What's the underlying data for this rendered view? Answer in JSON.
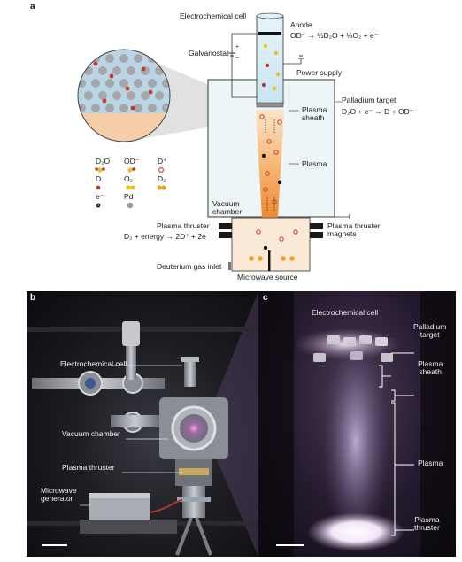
{
  "panels": {
    "a": "a",
    "b": "b",
    "c": "c"
  },
  "panel_a": {
    "electrochemical_cell": "Electrochemical cell",
    "anode": "Anode",
    "anode_reaction": "OD⁻ → ½D₂O + ¼O₂ + e⁻",
    "galvanostat": "Galvanostat",
    "plus": "+",
    "minus": "−",
    "power_supply": "Power supply",
    "palladium_target": "Palladium target",
    "cathode_reaction": "D₂O + e⁻ → D + OD⁻",
    "plasma_sheath": "Plasma\nsheath",
    "plasma": "Plasma",
    "vacuum_chamber": "Vacuum\nchamber",
    "plasma_thruster": "Plasma thruster",
    "thruster_reaction": "D₂ + energy → 2D⁺ + 2e⁻",
    "plasma_thruster_magnets": "Plasma thruster\nmagnets",
    "deuterium_gas_inlet": "Deuterium gas inlet",
    "microwave_source": "Microwave source"
  },
  "legend": [
    {
      "key": "d2o",
      "label": "D₂O"
    },
    {
      "key": "od",
      "label": "OD⁻"
    },
    {
      "key": "dplus",
      "label": "D⁺"
    },
    {
      "key": "d",
      "label": "D"
    },
    {
      "key": "o2",
      "label": "O₂"
    },
    {
      "key": "d2",
      "label": "D₂"
    },
    {
      "key": "eminus",
      "label": "e⁻"
    },
    {
      "key": "pd",
      "label": "Pd"
    }
  ],
  "panel_b": {
    "electrochemical_cell": "Electrochemical cell",
    "vacuum_chamber": "Vacuum chamber",
    "plasma_thruster": "Plasma thruster",
    "microwave_generator": "Microwave\ngenerator"
  },
  "panel_c": {
    "electrochemical_cell": "Electrochemical cell",
    "palladium_target": "Palladium\ntarget",
    "plasma_sheath": "Plasma\nsheath",
    "plasma": "Plasma",
    "plasma_thruster": "Plasma\nthruster"
  },
  "colors": {
    "electrolyte": "#d8ecf6",
    "plasma": "#f2a35a",
    "chamber": "#e9f2f7",
    "thruster_bg": "#f9e6d3",
    "d_atom": "#c0392b",
    "o_atom": "#e8c21f",
    "pd_atom": "#9a9a9a"
  }
}
